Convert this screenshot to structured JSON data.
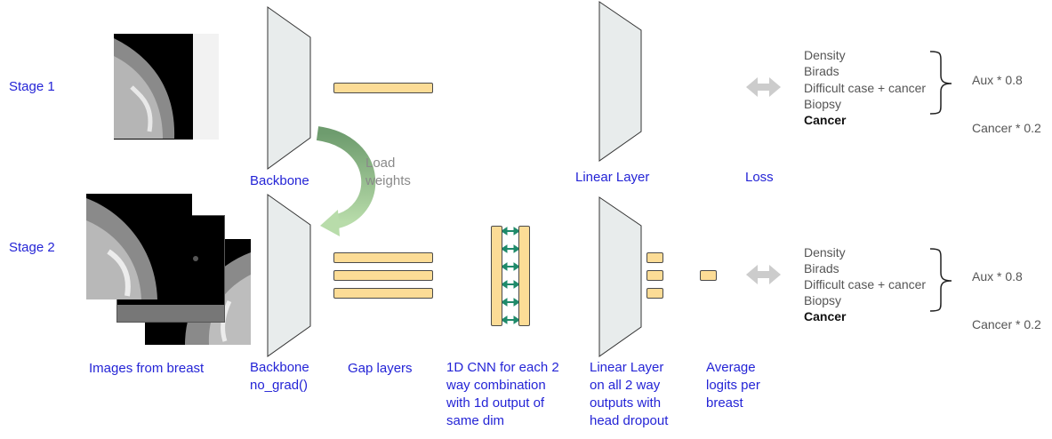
{
  "stage1": {
    "label": "Stage 1",
    "backbone_label": "Backbone",
    "linear_label": "Linear Layer",
    "loss_label": "Loss",
    "targets": [
      "Density",
      "Birads",
      "Difficult case + cancer",
      "Biopsy"
    ],
    "target_main": "Cancer",
    "aux_weight": "Aux * 0.8",
    "cancer_weight": "Cancer * 0.2"
  },
  "transfer": {
    "label": "Load\nweights"
  },
  "stage2": {
    "label": "Stage 2",
    "images_label": "Images from breast",
    "backbone_label": "Backbone\nno_grad()",
    "gap_label": "Gap layers",
    "cnn_label": "1D CNN for each 2\nway combination\nwith 1d output of\nsame dim",
    "linear_label": "Linear Layer\non all 2 way\noutputs with\nhead dropout",
    "avg_label": "Average\nlogits per\nbreast",
    "targets": [
      "Density",
      "Birads",
      "Difficult case + cancer",
      "Biopsy"
    ],
    "target_main": "Cancer",
    "aux_weight": "Aux * 0.8",
    "cancer_weight": "Cancer * 0.2"
  },
  "colors": {
    "label_blue": "#2424d6",
    "feature_fill": "#fcdc96",
    "trapezoid_fill": "#e8ecec",
    "arrow_green": "#7fb07f",
    "conn_teal": "#1f8a6a",
    "loss_arrow": "#cccccc"
  }
}
